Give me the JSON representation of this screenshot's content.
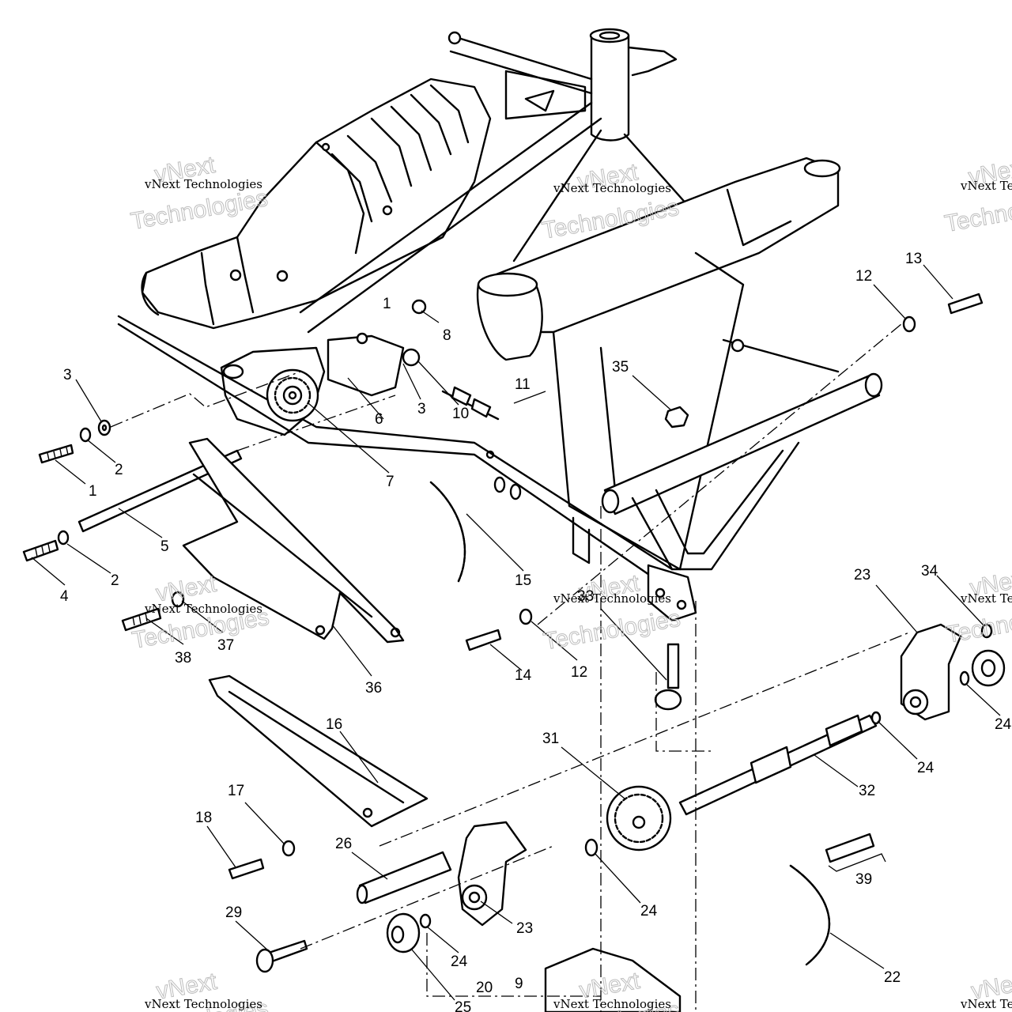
{
  "watermark": {
    "company": "vNext Technologies",
    "line1": "vNext",
    "line2": "Technologies"
  },
  "callouts": [
    "1",
    "2",
    "3",
    "4",
    "5",
    "6",
    "7",
    "8",
    "9",
    "10",
    "11",
    "12",
    "13",
    "14",
    "15",
    "16",
    "17",
    "18",
    "20",
    "22",
    "23",
    "24",
    "25",
    "26",
    "29",
    "31",
    "32",
    "33",
    "34",
    "35",
    "36",
    "37",
    "38",
    "39"
  ],
  "labels": {
    "l1a": "1",
    "l1b": "1",
    "l2a": "2",
    "l2b": "2",
    "l3a": "3",
    "l3b": "3",
    "l4": "4",
    "l5": "5",
    "l6": "6",
    "l7": "7",
    "l8": "8",
    "l9": "9",
    "l10": "10",
    "l11": "11",
    "l12a": "12",
    "l12b": "12",
    "l13": "13",
    "l14": "14",
    "l15": "15",
    "l16": "16",
    "l17": "17",
    "l18": "18",
    "l20": "20",
    "l22": "22",
    "l23a": "23",
    "l23b": "23",
    "l24a": "24",
    "l24b": "24",
    "l24c": "24",
    "l24d": "24",
    "l25": "25",
    "l26": "26",
    "l29": "29",
    "l31": "31",
    "l32": "32",
    "l33": "33",
    "l34": "34",
    "l35": "35",
    "l36": "36",
    "l37": "37",
    "l38": "38",
    "l39": "39"
  },
  "colors": {
    "ink": "#000000",
    "paper": "#ffffff",
    "watermark": "#bdbdbd"
  }
}
